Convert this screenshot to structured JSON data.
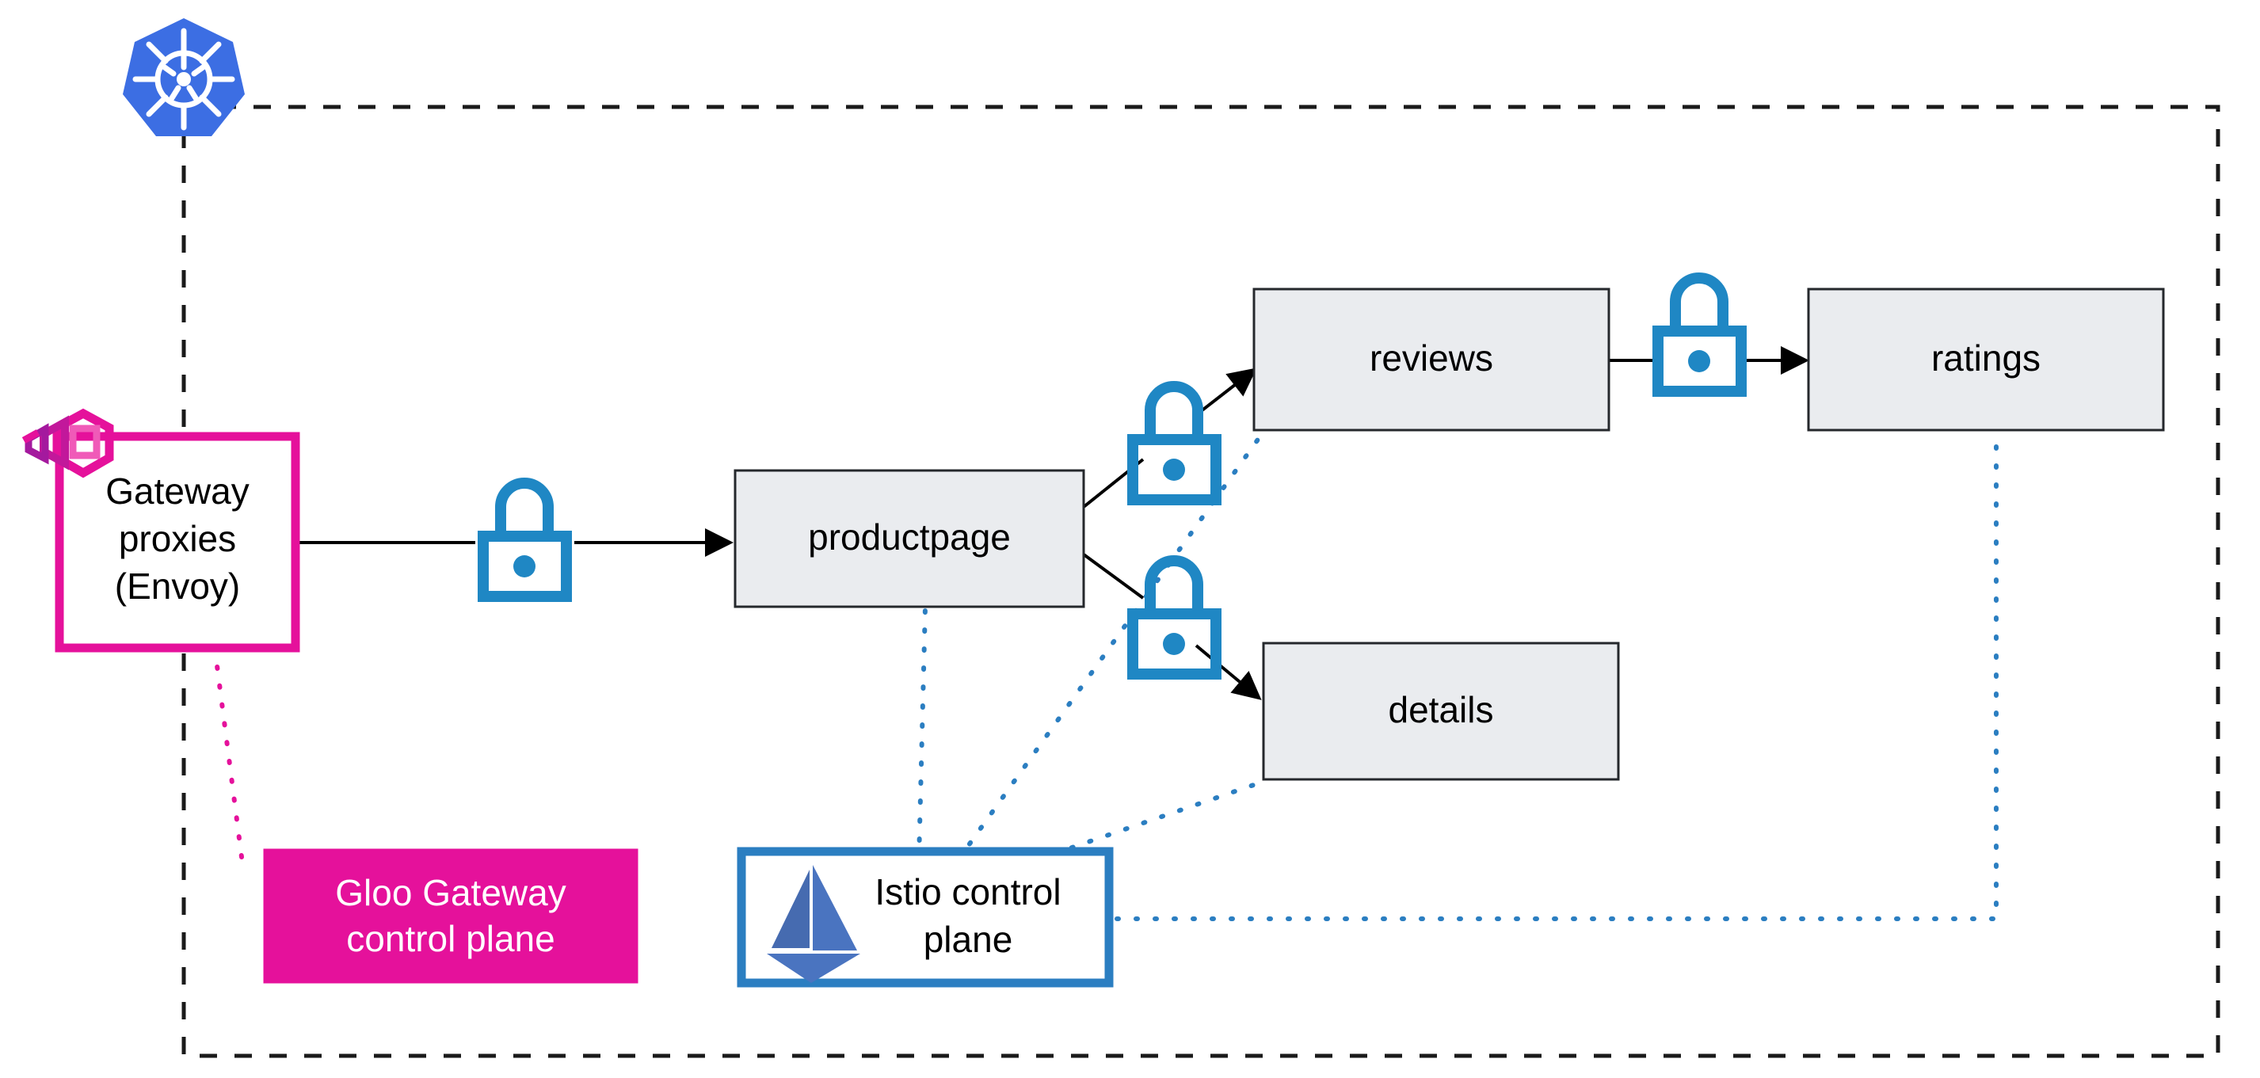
{
  "diagram": {
    "title": "Istio and Gloo Gateway service mesh architecture",
    "colors": {
      "gloo_magenta": "#e5119b",
      "istio_blue": "#2b7ec1",
      "lock_blue": "#1f87c4",
      "kubernetes_blue": "#3c6ee3",
      "service_fill": "#eaecef",
      "service_border": "#25282c",
      "boundary_black": "#1a1a1a"
    },
    "cluster": {
      "name": "kubernetes-cluster-boundary",
      "logo": "kubernetes-icon",
      "border_style": "dashed"
    },
    "nodes": [
      {
        "id": "gateway-proxies",
        "label_lines": [
          "Gateway",
          "proxies",
          "(Envoy)"
        ],
        "style": "gloo-outlined",
        "icon": "gloo-icon"
      },
      {
        "id": "productpage",
        "label_lines": [
          "productpage"
        ],
        "style": "service"
      },
      {
        "id": "reviews",
        "label_lines": [
          "reviews"
        ],
        "style": "service"
      },
      {
        "id": "ratings",
        "label_lines": [
          "ratings"
        ],
        "style": "service"
      },
      {
        "id": "details",
        "label_lines": [
          "details"
        ],
        "style": "service"
      },
      {
        "id": "gloo-control-plane",
        "label_lines": [
          "Gloo Gateway",
          "control plane"
        ],
        "style": "gloo-filled"
      },
      {
        "id": "istio-control-plane",
        "label_lines": [
          "Istio control",
          "plane"
        ],
        "style": "istio-outlined",
        "icon": "istio-sailboat-icon"
      }
    ],
    "labels": {
      "gateway_line1": "Gateway",
      "gateway_line2": "proxies",
      "gateway_line3": "(Envoy)",
      "productpage": "productpage",
      "reviews": "reviews",
      "ratings": "ratings",
      "details": "details",
      "gloo_cp_line1": "Gloo Gateway",
      "gloo_cp_line2": "control plane",
      "istio_cp_line1": "Istio control",
      "istio_cp_line2": "plane"
    },
    "edges": [
      {
        "id": "gateway-to-productpage",
        "from": "gateway-proxies",
        "to": "productpage",
        "secured": true,
        "style": "solid-arrow"
      },
      {
        "id": "productpage-to-reviews",
        "from": "productpage",
        "to": "reviews",
        "secured": true,
        "style": "solid-arrow"
      },
      {
        "id": "productpage-to-details",
        "from": "productpage",
        "to": "details",
        "secured": true,
        "style": "solid-arrow"
      },
      {
        "id": "reviews-to-ratings",
        "from": "reviews",
        "to": "ratings",
        "secured": true,
        "style": "solid-arrow"
      },
      {
        "id": "istio-to-productpage",
        "from": "istio-control-plane",
        "to": "productpage",
        "style": "blue-dotted"
      },
      {
        "id": "istio-to-reviews",
        "from": "istio-control-plane",
        "to": "reviews",
        "style": "blue-dotted"
      },
      {
        "id": "istio-to-details",
        "from": "istio-control-plane",
        "to": "details",
        "style": "blue-dotted"
      },
      {
        "id": "istio-to-ratings",
        "from": "istio-control-plane",
        "to": "ratings",
        "style": "blue-dotted"
      },
      {
        "id": "gloo-cp-to-gateway",
        "from": "gloo-control-plane",
        "to": "gateway-proxies",
        "style": "magenta-dotted"
      }
    ],
    "locks": [
      {
        "id": "lock-gateway-productpage",
        "name": "mtls-lock-icon"
      },
      {
        "id": "lock-productpage-reviews",
        "name": "mtls-lock-icon"
      },
      {
        "id": "lock-productpage-details",
        "name": "mtls-lock-icon"
      },
      {
        "id": "lock-reviews-ratings",
        "name": "mtls-lock-icon"
      }
    ]
  }
}
